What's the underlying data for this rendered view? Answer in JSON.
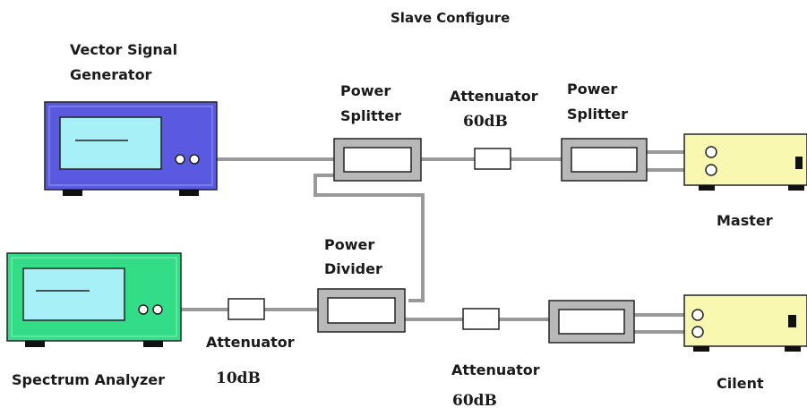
{
  "title": "Slave Configure",
  "labels": {
    "vsg_line1": "Vector Signal",
    "vsg_line2": "Generator",
    "splitter1_line1": "Power",
    "splitter1_line2": "Splitter",
    "att_top_line1": "Attenuator",
    "att_top_line2": "60dB",
    "splitter2_line1": "Power",
    "splitter2_line2": "Splitter",
    "master": "Master",
    "divider_line1": "Power",
    "divider_line2": "Divider",
    "spectrum": "Spectrum Analyzer",
    "att_left_line1": "Attenuator",
    "att_left_line2": "10dB",
    "att_bottom_line1": "Attenuator",
    "att_bottom_line2": "60dB",
    "client": "Cilent"
  },
  "colors": {
    "vsg_body": "#5a5ae0",
    "vsg_screen": "#a8f0f8",
    "spectrum_body": "#33dd88",
    "spectrum_screen": "#a8f0f8",
    "device_body": "#f8f8b0",
    "passive_frame": "#b8b8b8",
    "cable": "#999999"
  }
}
